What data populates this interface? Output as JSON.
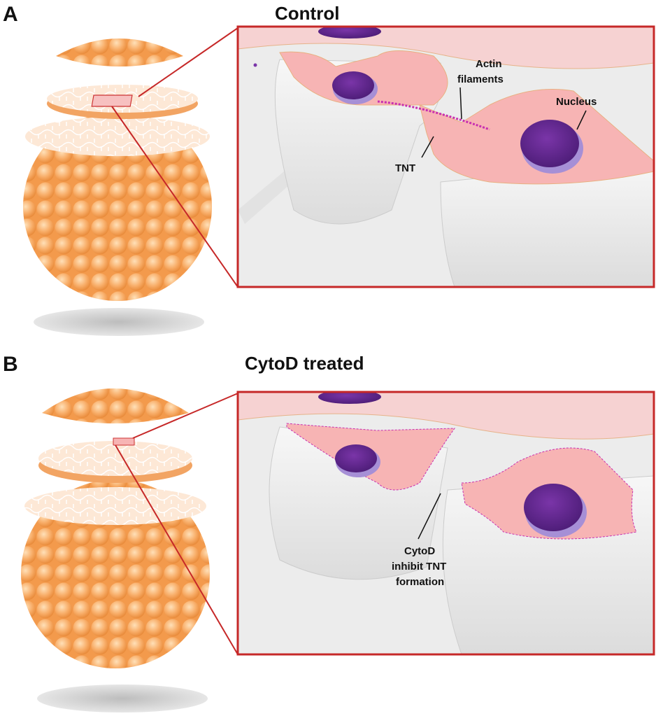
{
  "panel_a": {
    "letter": "A",
    "title": "Control",
    "labels": {
      "actin_line1": "Actin",
      "actin_line2": "filaments",
      "nucleus": "Nucleus",
      "tnt": "TNT"
    }
  },
  "panel_b": {
    "letter": "B",
    "title": "CytoD treated",
    "labels": {
      "cytod_line1": "CytoD",
      "cytod_line2": "inhibit TNT",
      "cytod_line3": "formation"
    }
  },
  "colors": {
    "frame": "#d0282a",
    "cell_orange": "#f7a45c",
    "cytoplasm": "#f6b3b3",
    "nucleus": "#6a2a9a",
    "cell_body": "#efefef"
  }
}
